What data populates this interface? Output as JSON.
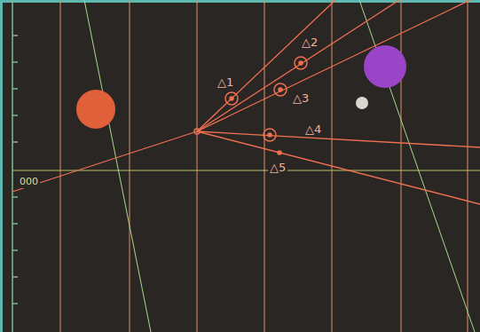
{
  "diagram": {
    "labels": [
      "000",
      "△1",
      "△2",
      "△3",
      "△4",
      "△5"
    ]
  }
}
